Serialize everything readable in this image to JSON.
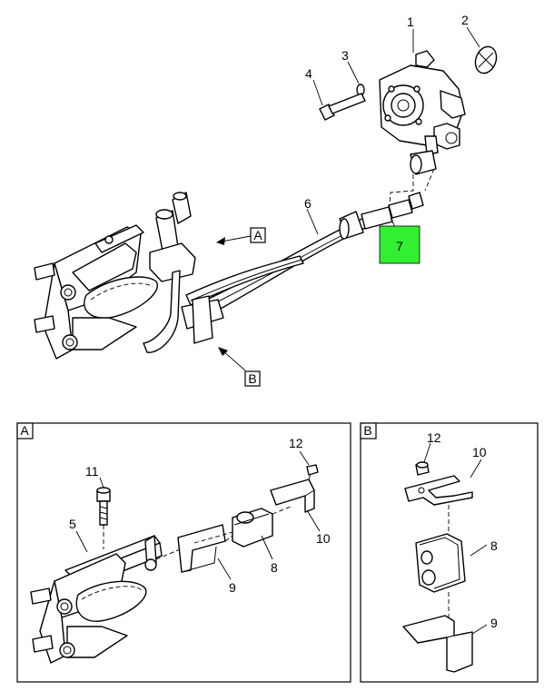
{
  "main_callouts": {
    "c1": "1",
    "c2": "2",
    "c3": "3",
    "c4": "4",
    "c6": "6",
    "c7": "7"
  },
  "view_refs": {
    "a": "A",
    "b": "B"
  },
  "view_a": {
    "tag": "A",
    "c5": "5",
    "c8": "8",
    "c9": "9",
    "c10": "10",
    "c11": "11",
    "c12": "12"
  },
  "view_b": {
    "tag": "B",
    "c8": "8",
    "c9": "9",
    "c10": "10",
    "c12": "12"
  },
  "colors": {
    "highlight": "#33ee33",
    "line": "#000000",
    "background": "#ffffff"
  }
}
